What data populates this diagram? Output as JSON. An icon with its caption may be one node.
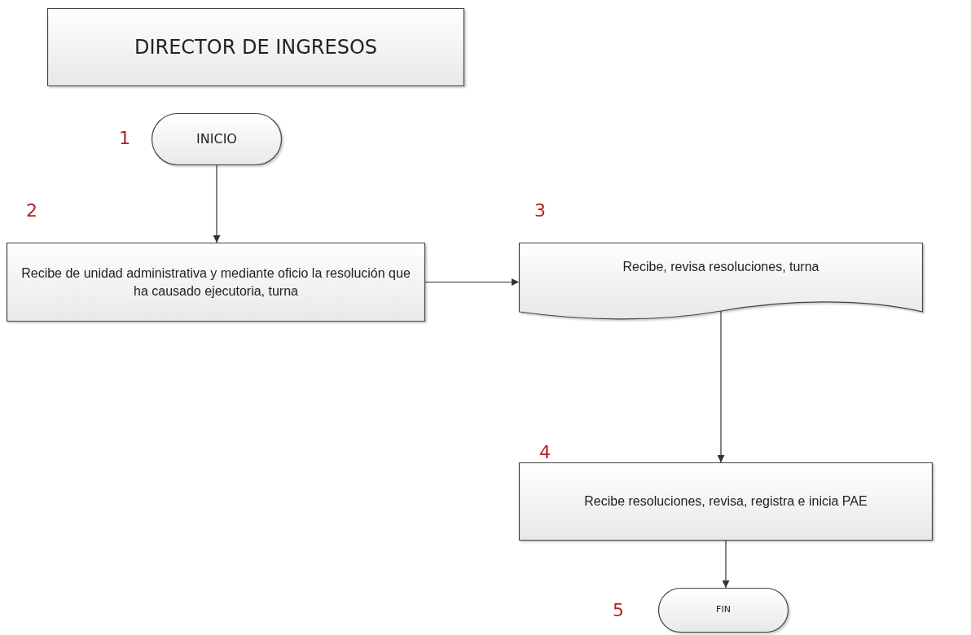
{
  "diagram": {
    "nodes": [
      {
        "text": [
          "DIRECTOR DE INGRESOS"
        ]
      },
      {
        "text": [
          "INICIO"
        ],
        "beside": [
          "1"
        ]
      },
      {
        "text": [
          "Recibe de unidad administrativa y mediante oficio la resolución que ha causado ejecutoria, turna"
        ],
        "beside": [
          "2"
        ]
      },
      {
        "text": [
          "Recibe, revisa resoluciones, turna"
        ],
        "beside": [
          "3"
        ]
      },
      {
        "text": [
          "Recibe resoluciones, revisa, registra e inicia PAE"
        ],
        "beside": [
          "4"
        ]
      },
      {
        "text": [
          "FIN"
        ],
        "beside": [
          "5"
        ]
      }
    ],
    "edges": [
      {
        "from": 1,
        "to": 2,
        "arrow": "to"
      },
      {
        "from": 2,
        "to": 3,
        "arrow": "to"
      },
      {
        "from": 3,
        "to": 4,
        "arrow": "to"
      },
      {
        "from": 4,
        "to": 5,
        "arrow": "to"
      }
    ]
  }
}
